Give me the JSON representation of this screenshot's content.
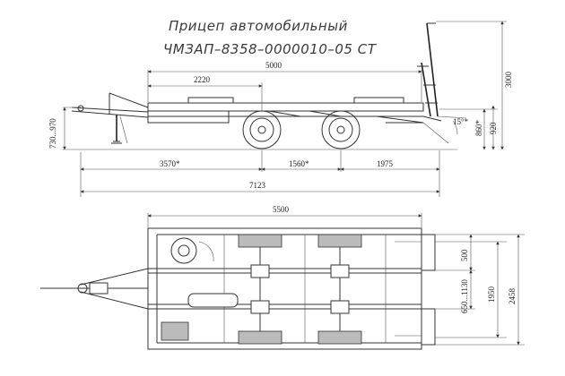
{
  "title": {
    "line1": "Прицеп автомобильный",
    "line2": "ЧМЗАП–8358–0000010–05  СТ"
  },
  "side_view": {
    "dims": {
      "platform_length": "5000",
      "front_section": "2220",
      "ramp_height": "3000",
      "deck_height": "860*",
      "total_height": "920",
      "drawbar_height": "730...970",
      "ramp_angle": "15°*",
      "front_to_axle": "3570*",
      "axle_base": "1560*",
      "rear_overhang": "1975",
      "overall_length": "7123"
    }
  },
  "top_view": {
    "dims": {
      "platform_length": "5500",
      "ramp_width": "500",
      "ramp_gap": "650...1130",
      "track_width": "1950",
      "overall_width": "2458"
    }
  }
}
